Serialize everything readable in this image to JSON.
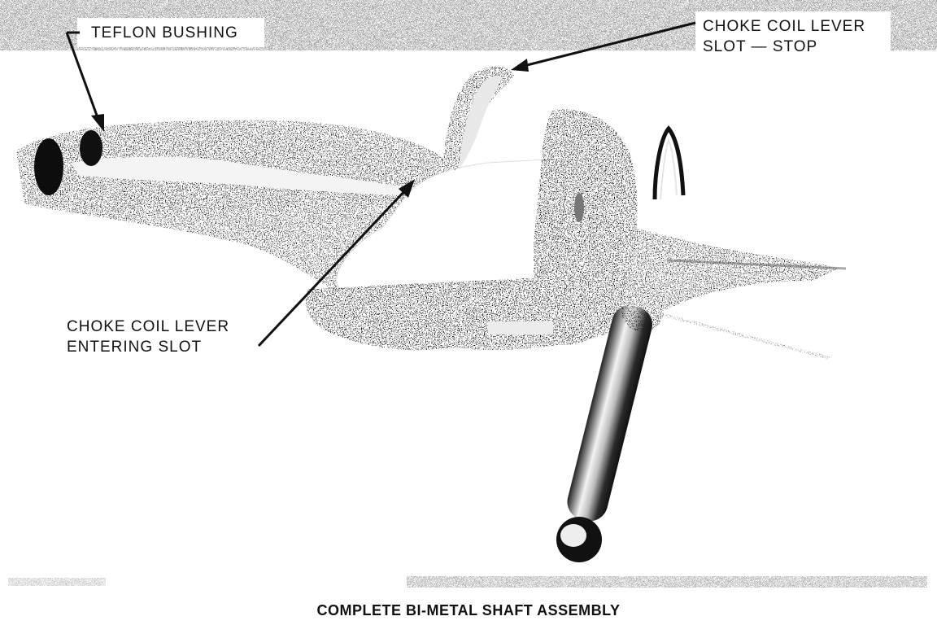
{
  "callouts": {
    "teflon_bushing": "TEFLON BUSHING",
    "stop_line1": "CHOKE COIL LEVER",
    "stop_line2": "SLOT — STOP",
    "entering_line1": "CHOKE COIL LEVER",
    "entering_line2": "ENTERING SLOT"
  },
  "caption": "COMPLETE BI-METAL SHAFT ASSEMBLY",
  "colors": {
    "ink": "#111111",
    "paper": "#ffffff"
  }
}
